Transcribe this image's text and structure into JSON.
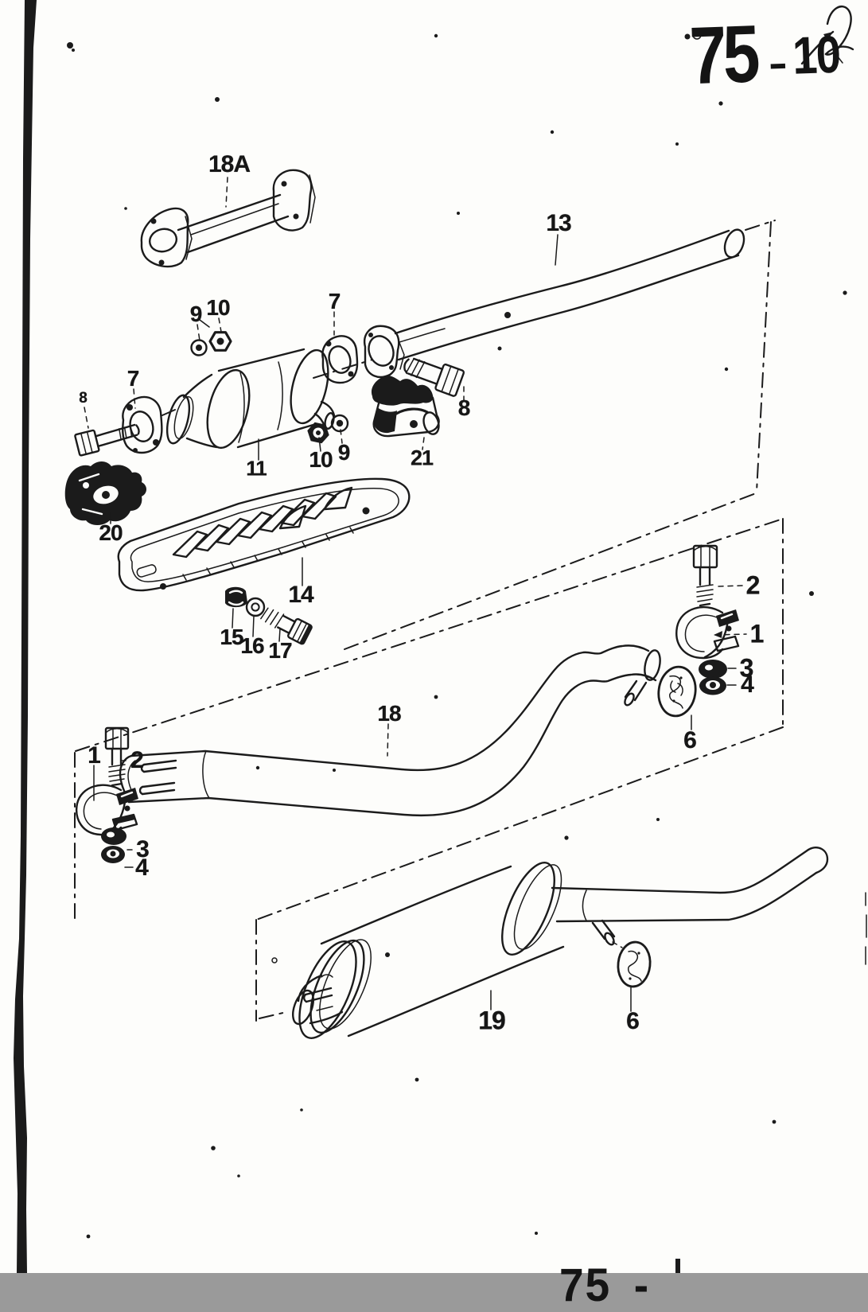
{
  "page": {
    "number": "75-10",
    "number_main": "75",
    "number_sep": "-",
    "number_sub": "10",
    "footer_partial": "75 -",
    "paper_color": "#fdfdfb",
    "ink_color": "#1b1b1b"
  },
  "diagram": {
    "callouts": [
      {
        "text": "18A"
      },
      {
        "text": "13"
      },
      {
        "text": "9"
      },
      {
        "text": "10"
      },
      {
        "text": "7"
      },
      {
        "text": "7"
      },
      {
        "text": "8"
      },
      {
        "text": "8"
      },
      {
        "text": "11"
      },
      {
        "text": "10"
      },
      {
        "text": "9"
      },
      {
        "text": "21"
      },
      {
        "text": "20"
      },
      {
        "text": "14"
      },
      {
        "text": "15"
      },
      {
        "text": "16"
      },
      {
        "text": "17"
      },
      {
        "text": "2"
      },
      {
        "text": "1"
      },
      {
        "text": "3"
      },
      {
        "text": "4"
      },
      {
        "text": "6"
      },
      {
        "text": "18"
      },
      {
        "text": "1"
      },
      {
        "text": "2"
      },
      {
        "text": "3"
      },
      {
        "text": "4"
      },
      {
        "text": "19"
      },
      {
        "text": "6"
      }
    ]
  }
}
